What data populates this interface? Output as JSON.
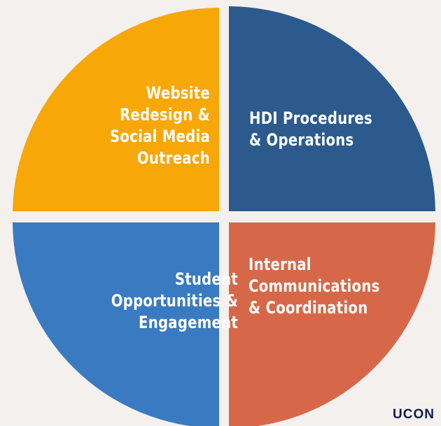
{
  "quadrants": [
    {
      "lines": [
        "Website",
        "Redesign &",
        "Social Media",
        "Outreach"
      ],
      "color": "#f7a707"
    },
    {
      "lines": [
        "HDI Procedures",
        "& Operations"
      ],
      "color": "#2c5a8c"
    },
    {
      "lines": [
        "Student",
        "Opportunities &",
        "Engagement"
      ],
      "color": "#3a7ac0"
    },
    {
      "lines": [
        "Internal",
        "Communications",
        "& Coordination"
      ],
      "color": "#d66849"
    }
  ],
  "background_color": "#f4f0ed",
  "logo": {
    "text": "UCON",
    "color": "#0e1f4a"
  }
}
